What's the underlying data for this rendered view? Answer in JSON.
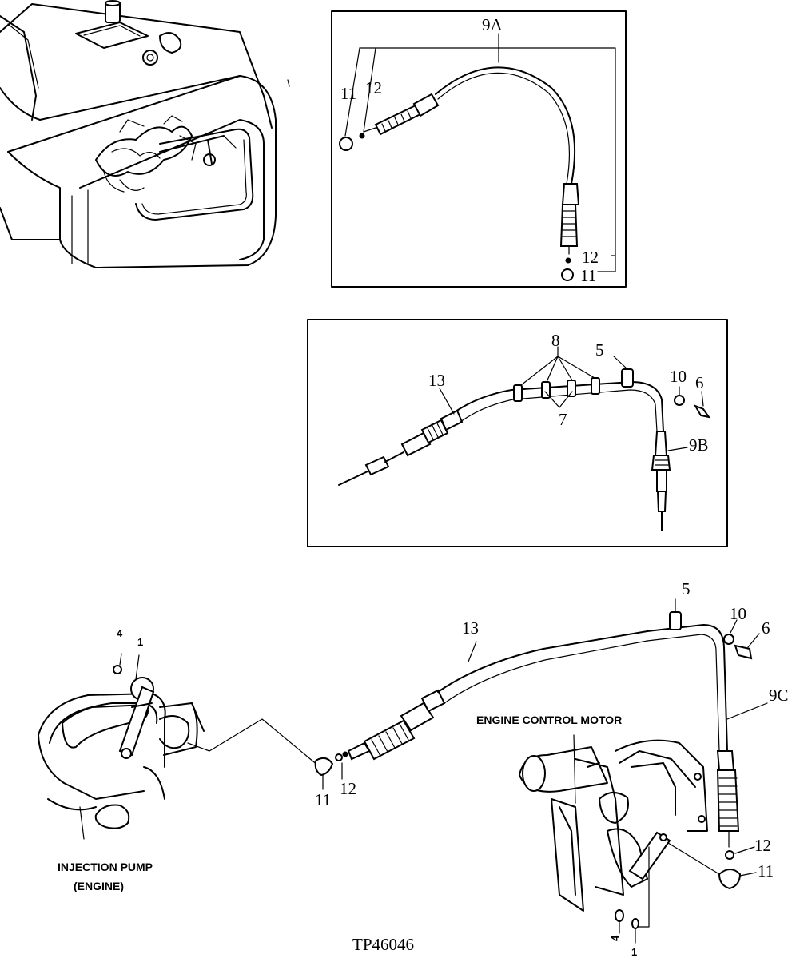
{
  "figure_id": "TP46046",
  "captions": {
    "injection_pump": "INJECTION PUMP",
    "injection_pump_sub": "(ENGINE)",
    "engine_control_motor": "ENGINE CONTROL MOTOR"
  },
  "callouts": {
    "box_9a": {
      "cable": "9A",
      "clip": "11",
      "washer": "12",
      "washer_lower": "12",
      "clip_lower": "11"
    },
    "box_9b": {
      "bracket": "8",
      "clamp": "5",
      "nut": "10",
      "bolt": "6",
      "cable_housing": "13",
      "spacer": "7",
      "cable": "9B"
    },
    "main": {
      "clamp": "5",
      "cable_housing": "13",
      "nut": "10",
      "bolt": "6",
      "cable": "9C",
      "pump_nut": "4",
      "pump_lever": "1",
      "pump_clip": "11",
      "pump_washer": "12",
      "motor_washer": "12",
      "motor_clip": "11",
      "motor_nut": "4",
      "motor_lever": "1"
    }
  }
}
